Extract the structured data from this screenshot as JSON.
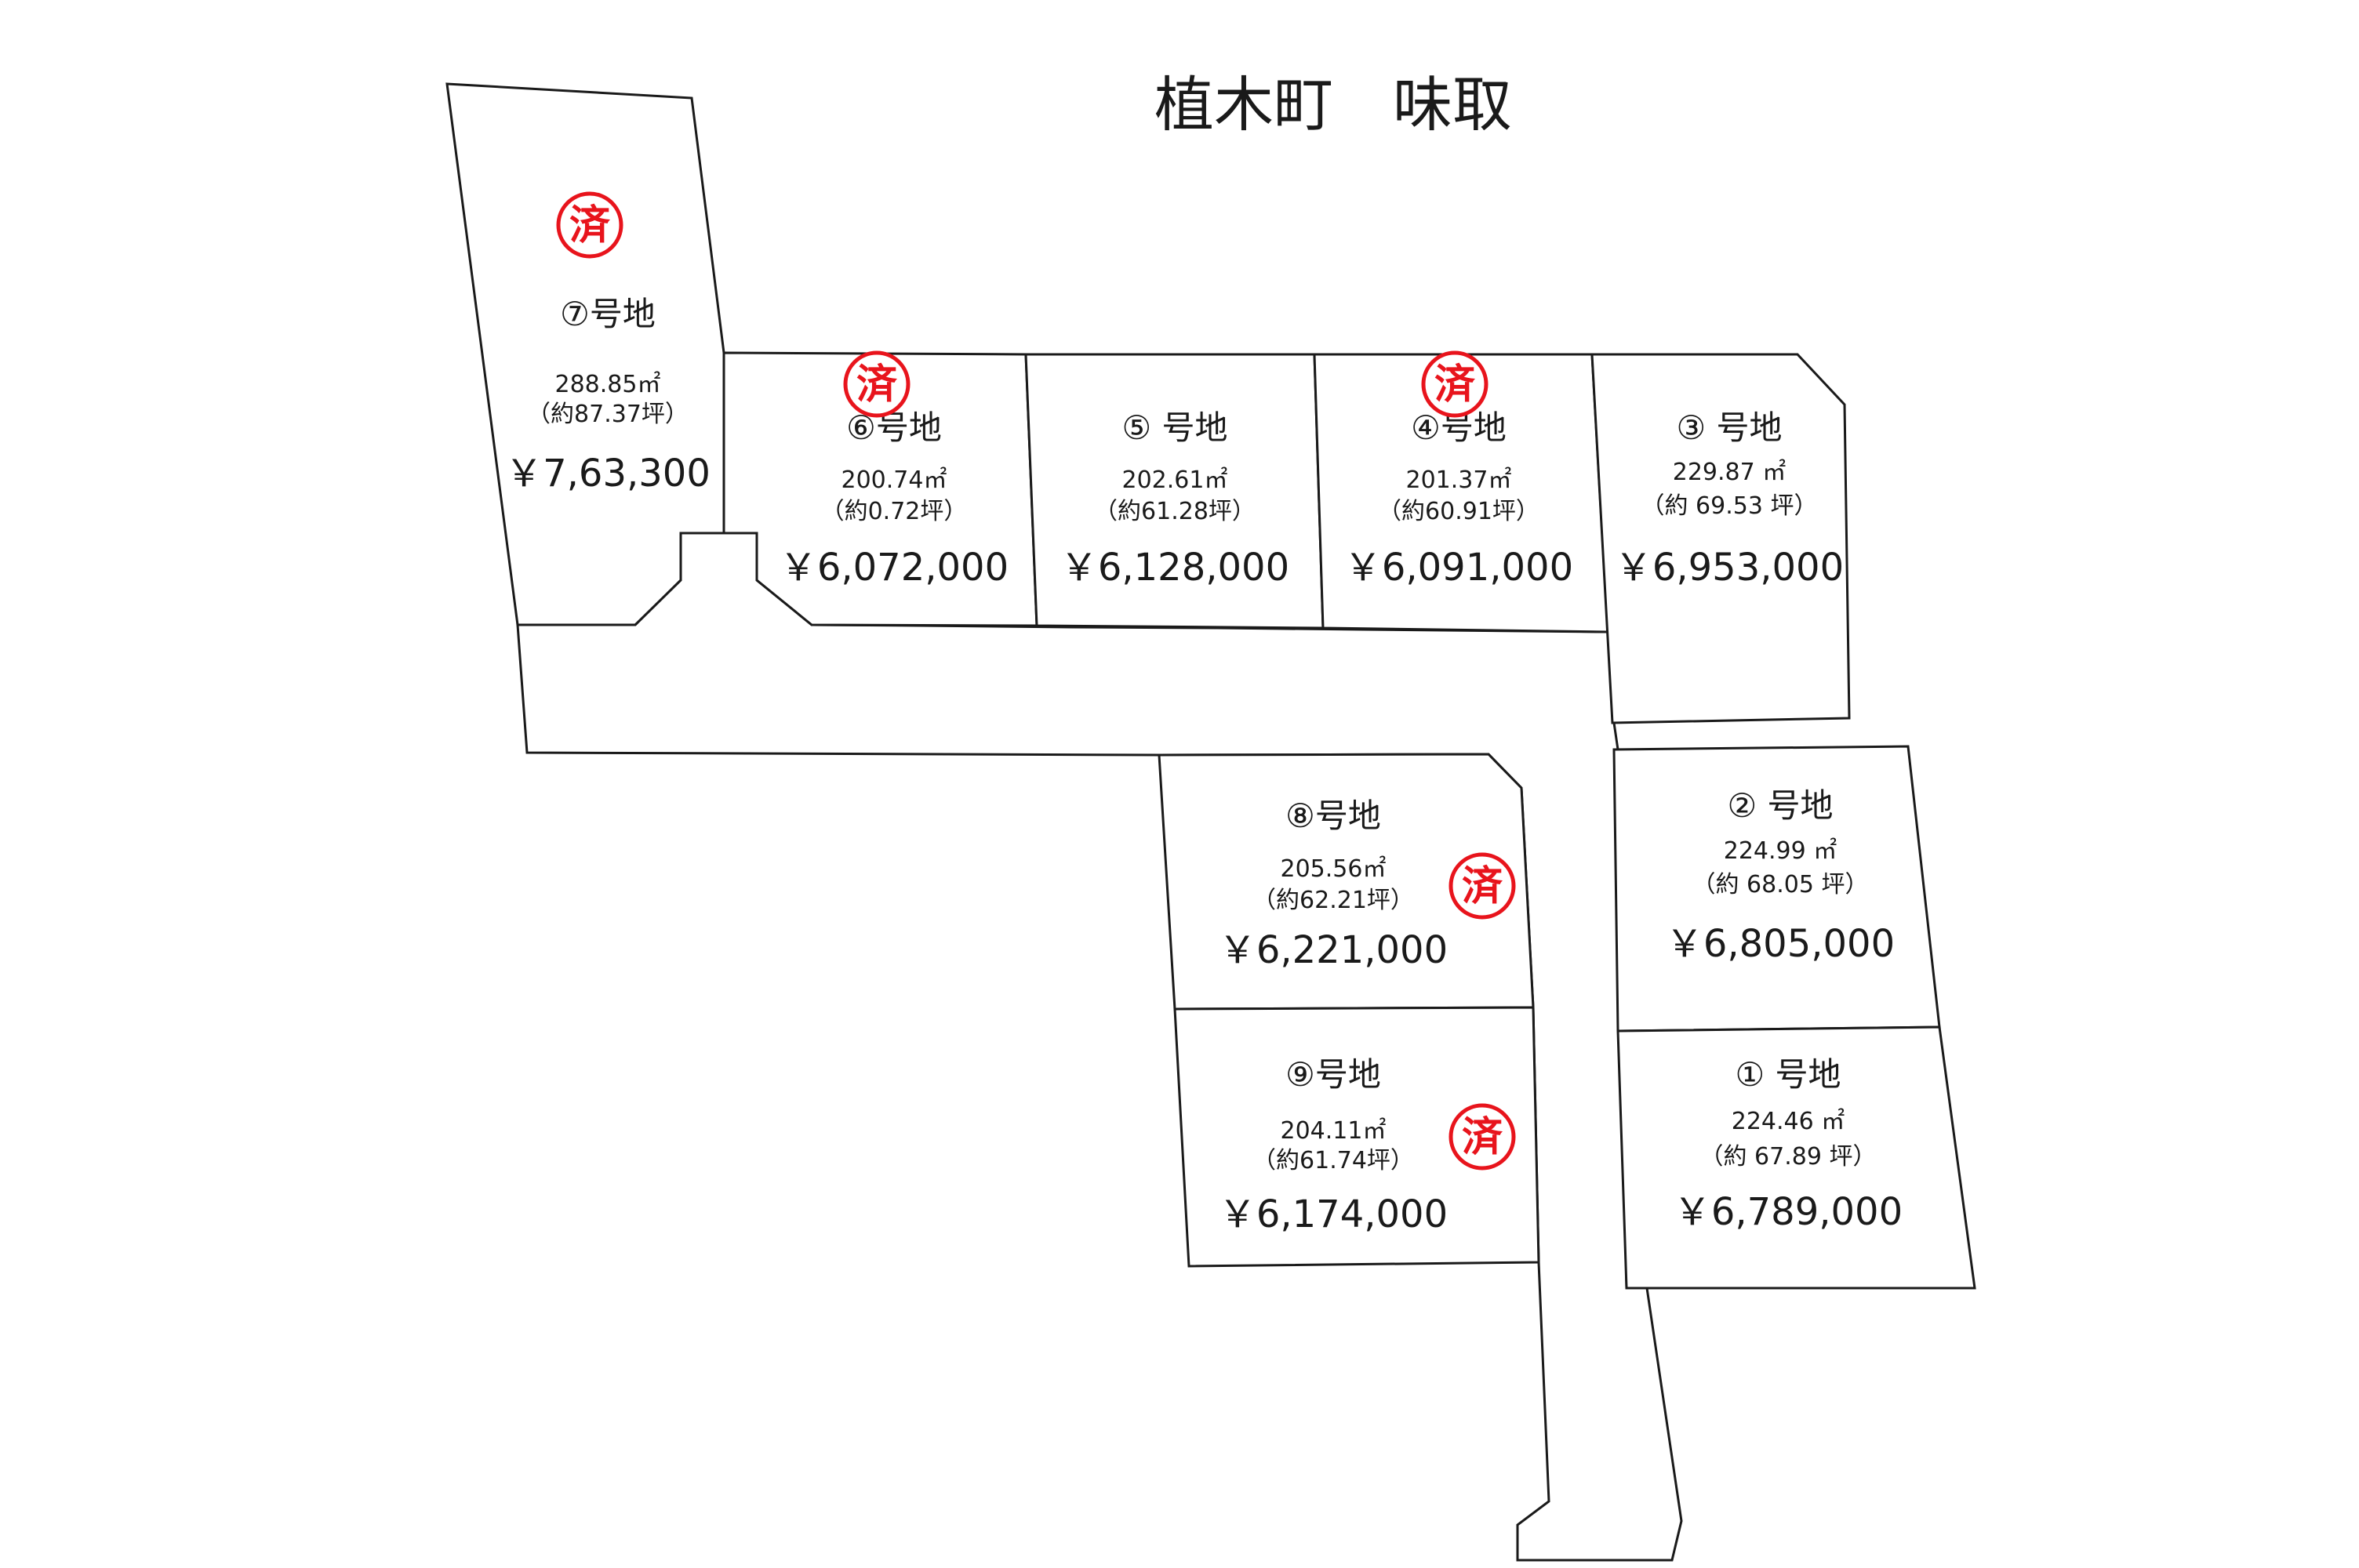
{
  "title": "植木町　味取",
  "sold_mark": "済",
  "stamp_color": "#e8141c",
  "lots": [
    {
      "id": "lot-7",
      "label": "⑦号地",
      "area": "288.85㎡",
      "tsubo": "（約87.37坪）",
      "price": "￥7,63,300",
      "sold": true
    },
    {
      "id": "lot-6",
      "label": "⑥号地",
      "area": "200.74㎡",
      "tsubo": "（約0.72坪）",
      "price": "￥6,072,000",
      "sold": true
    },
    {
      "id": "lot-5",
      "label": "⑤ 号地",
      "area": "202.61㎡",
      "tsubo": "（約61.28坪）",
      "price": "￥6,128,000",
      "sold": false
    },
    {
      "id": "lot-4",
      "label": "④号地",
      "area": "201.37㎡",
      "tsubo": "（約60.91坪）",
      "price": "￥6,091,000",
      "sold": true
    },
    {
      "id": "lot-3",
      "label": "③ 号地",
      "area": "229.87 ㎡",
      "tsubo": "（約 69.53 坪）",
      "price": "￥6,953,000",
      "sold": false
    },
    {
      "id": "lot-2",
      "label": "② 号地",
      "area": "224.99 ㎡",
      "tsubo": "（約 68.05 坪）",
      "price": "￥6,805,000",
      "sold": false
    },
    {
      "id": "lot-1",
      "label": "① 号地",
      "area": "224.46 ㎡",
      "tsubo": "（約 67.89 坪）",
      "price": "￥6,789,000",
      "sold": false
    },
    {
      "id": "lot-8",
      "label": "⑧号地",
      "area": "205.56㎡",
      "tsubo": "（約62.21坪）",
      "price": "￥6,221,000",
      "sold": true
    },
    {
      "id": "lot-9",
      "label": "⑨号地",
      "area": "204.11㎡",
      "tsubo": "（約61.74坪）",
      "price": "￥6,174,000",
      "sold": true
    }
  ]
}
